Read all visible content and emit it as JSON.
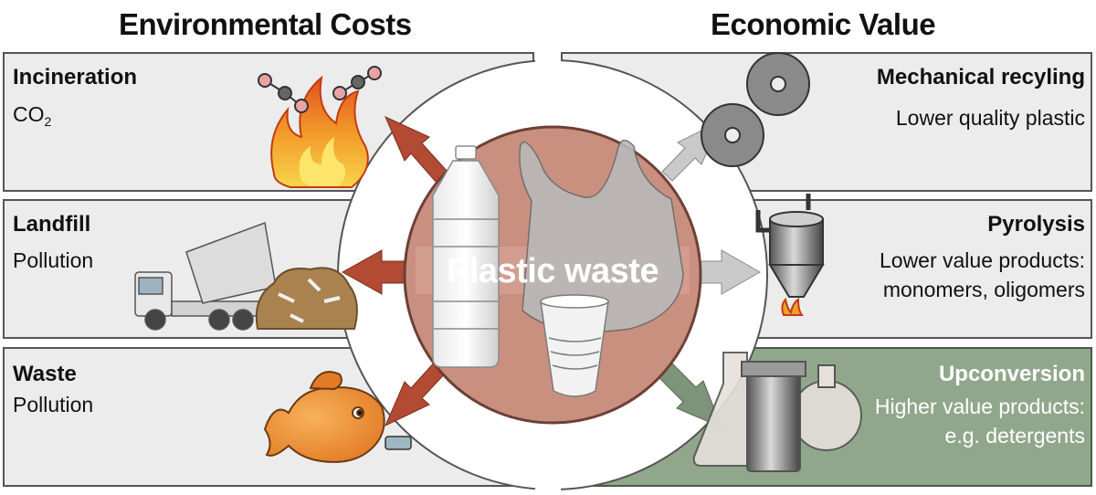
{
  "headings": {
    "left": "Environmental Costs",
    "right": "Economic Value"
  },
  "center": {
    "label": "Plastic waste"
  },
  "environmental_costs": [
    {
      "title": "Incineration",
      "detail_main": "CO",
      "detail_subscript": "2",
      "icon": "fire-icon"
    },
    {
      "title": "Landfill",
      "detail": "Pollution",
      "icon": "dump-truck-icon"
    },
    {
      "title": "Waste",
      "detail": "Pollution",
      "icon": "fish-icon"
    }
  ],
  "economic_value": [
    {
      "title": "Mechanical recyling",
      "detail": "Lower quality plastic",
      "icon": "gears-icon"
    },
    {
      "title": "Pyrolysis",
      "detail_line1": "Lower value products:",
      "detail_line2": "monomers, oligomers",
      "icon": "reactor-icon"
    },
    {
      "title": "Upconversion",
      "detail_line1": "Higher value products:",
      "detail_line2": "e.g. detergents",
      "icon": "lab-flasks-icon"
    }
  ],
  "colors": {
    "box_fill": "#ececec",
    "upconversion_fill": "#91a78c",
    "center_circle": "#c99080",
    "cost_arrow": "#b34a33",
    "value_arrow": "#c9c9c9",
    "upconversion_arrow": "#7d947a"
  }
}
